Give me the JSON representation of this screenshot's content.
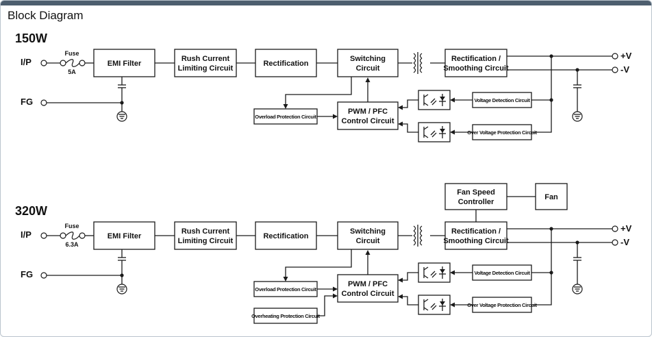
{
  "header": {
    "title": "Block Diagram"
  },
  "diagrams": [
    {
      "heading": "150W",
      "fuse_label": "Fuse",
      "fuse_rating": "5A",
      "input_label": "I/P",
      "ground_label": "FG",
      "blocks": {
        "emi": [
          "EMI Filter"
        ],
        "rush": [
          "Rush Current",
          "Limiting Circuit"
        ],
        "rect": [
          "Rectification"
        ],
        "switching": [
          "Switching",
          "Circuit"
        ],
        "smoothing": [
          "Rectification /",
          "Smoothing Circuit"
        ],
        "pwm": [
          "PWM / PFC",
          "Control Circuit"
        ],
        "overload": [
          "Overload Protection Circuit"
        ],
        "voltage_detect": [
          "Voltage Detection Circuit"
        ],
        "overvoltage": [
          "Over Voltage Protection Circuit"
        ]
      },
      "outputs": [
        "+V",
        "-V"
      ]
    },
    {
      "heading": "320W",
      "fuse_label": "Fuse",
      "fuse_rating": "6.3A",
      "input_label": "I/P",
      "ground_label": "FG",
      "blocks": {
        "emi": [
          "EMI Filter"
        ],
        "rush": [
          "Rush Current",
          "Limiting Circuit"
        ],
        "rect": [
          "Rectification"
        ],
        "switching": [
          "Switching",
          "Circuit"
        ],
        "smoothing": [
          "Rectification /",
          "Smoothing Circuit"
        ],
        "pwm": [
          "PWM / PFC",
          "Control Circuit"
        ],
        "overload": [
          "Overload Protection Circuit"
        ],
        "overheating": [
          "Overheating Protection Circuit"
        ],
        "voltage_detect": [
          "Voltage Detection Circuit"
        ],
        "overvoltage": [
          "Over Voltage Protection Circuit"
        ],
        "fan_ctrl": [
          "Fan Speed",
          "Controller"
        ],
        "fan": [
          "Fan"
        ]
      },
      "outputs": [
        "+V",
        "-V"
      ]
    }
  ],
  "colors": {
    "line": "#1a1a1a",
    "frame": "#b9c3cc",
    "topbar": "#4d5e6e"
  }
}
